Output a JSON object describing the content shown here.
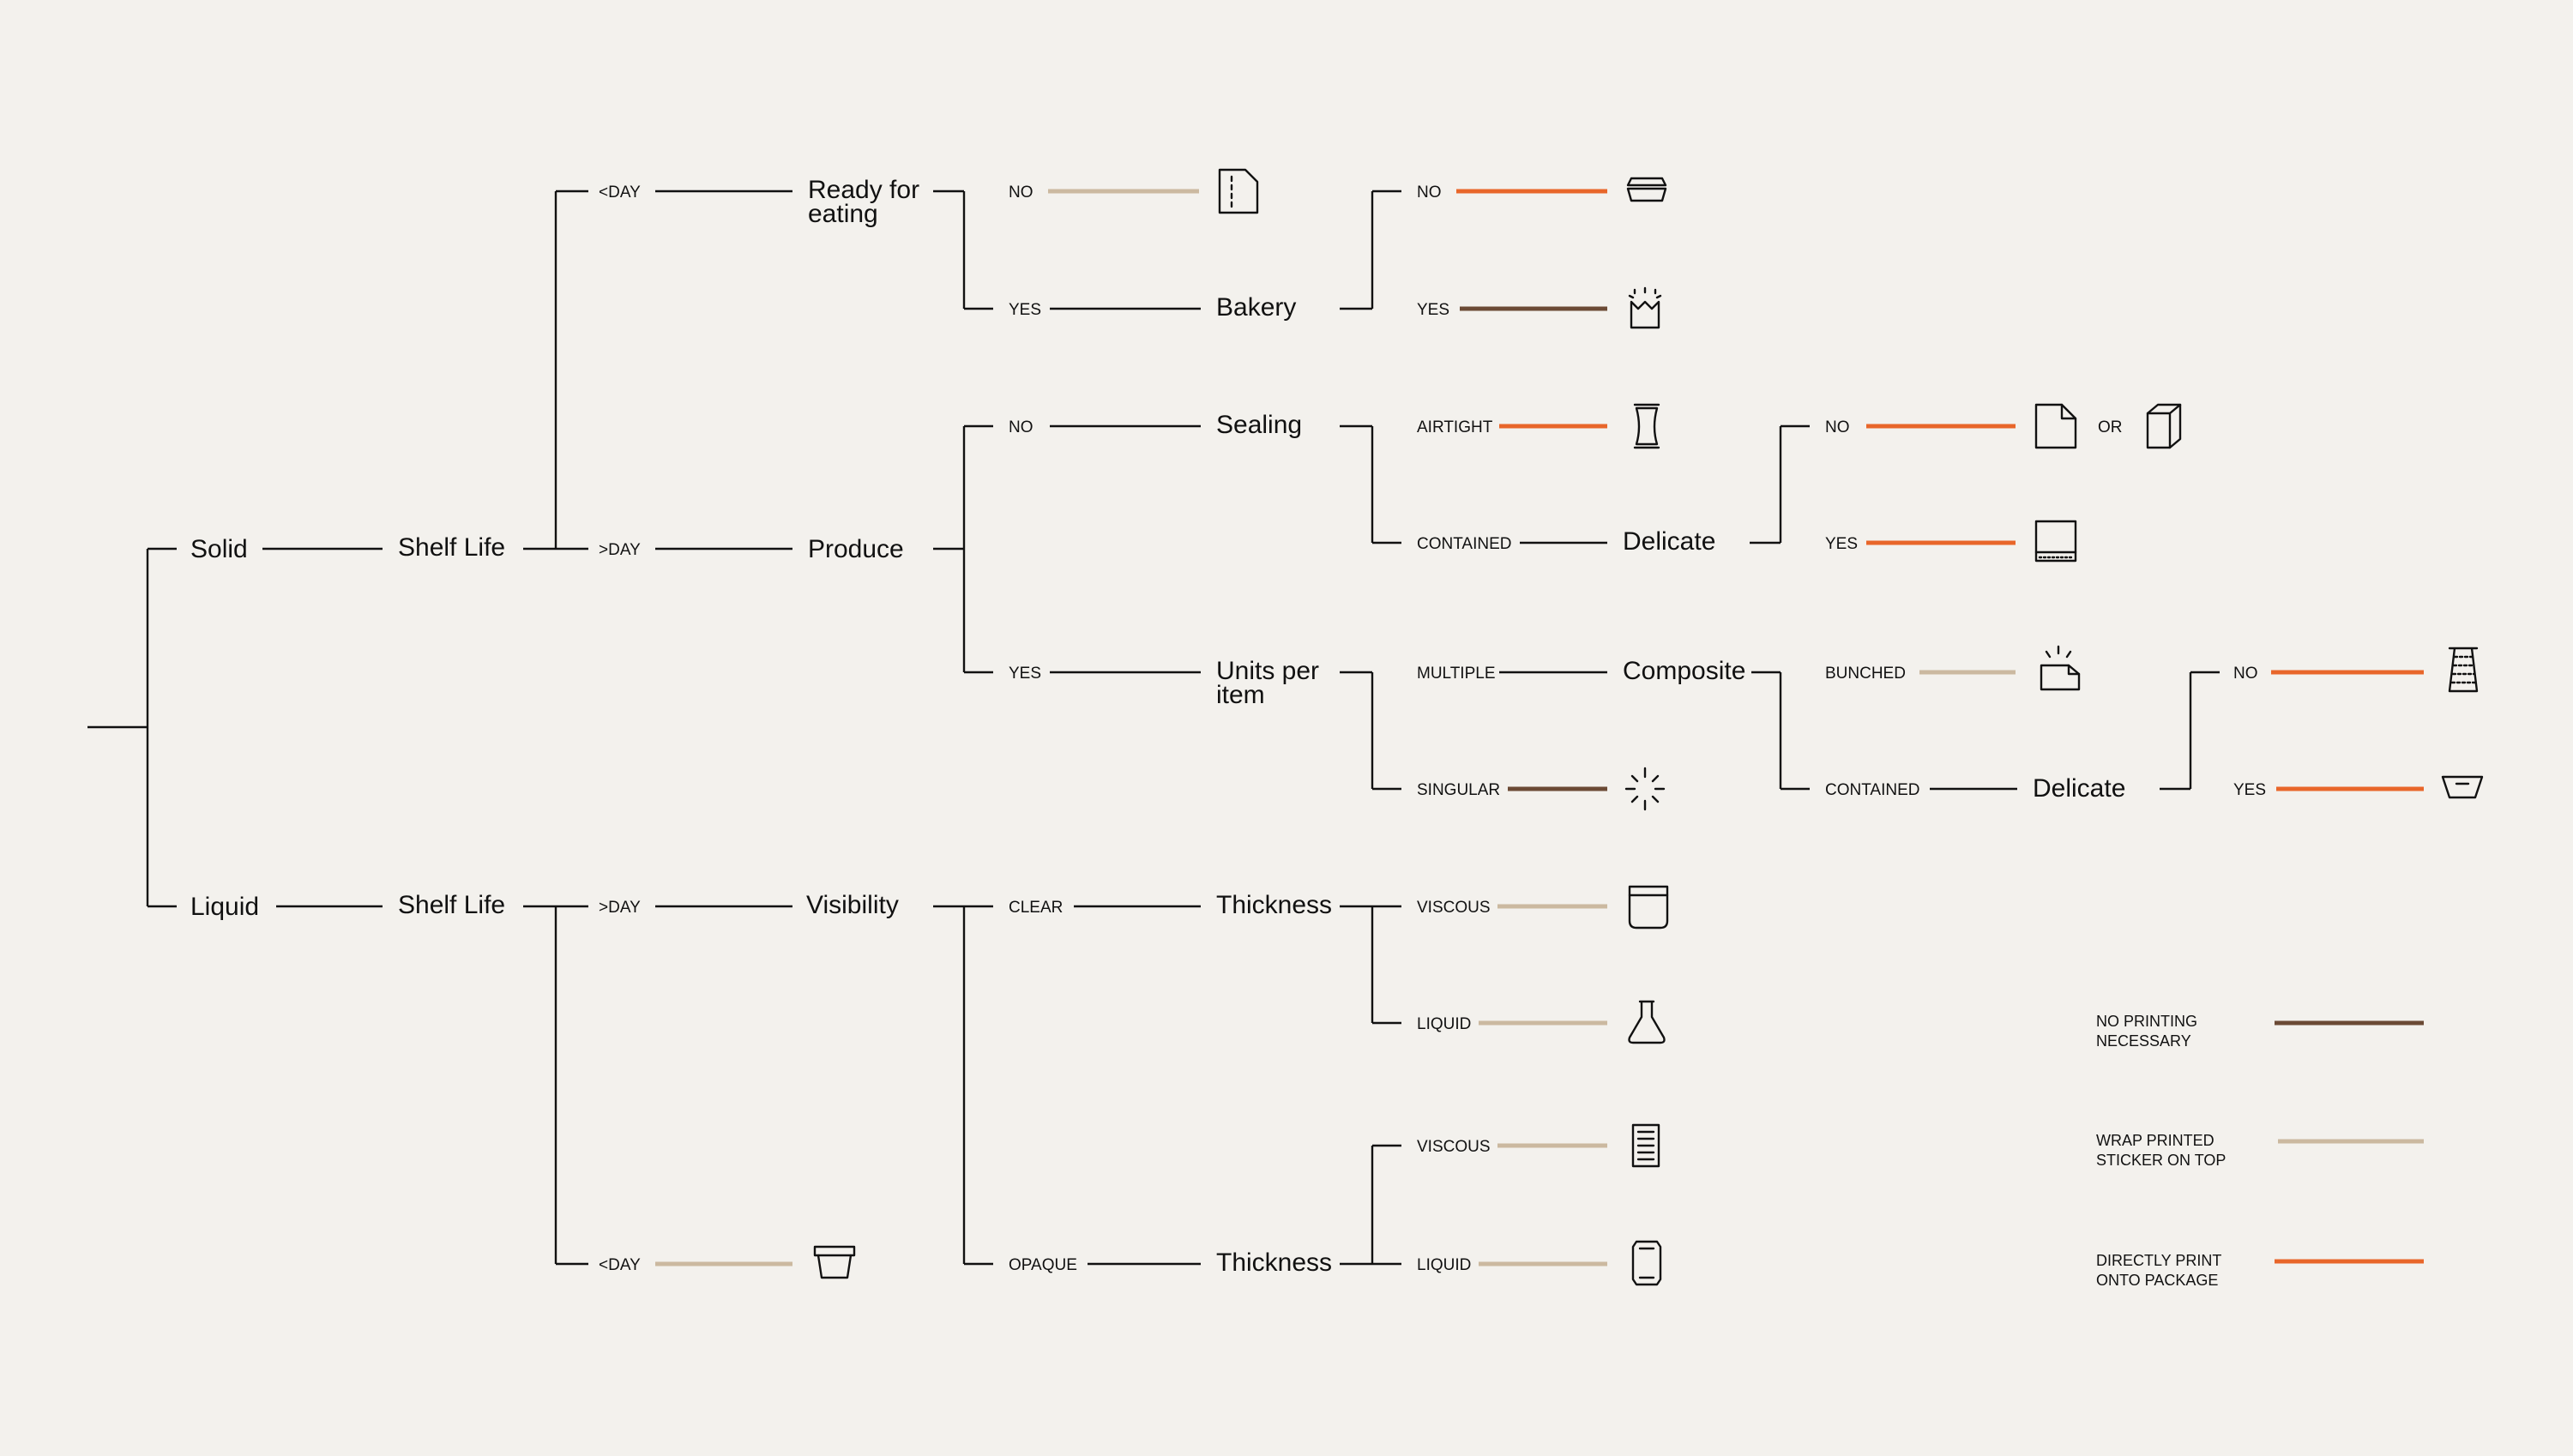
{
  "colors": {
    "background": "#f3f1ed",
    "ink": "#111111",
    "no_printing": "#6b4a35",
    "sticker": "#cbb9a0",
    "direct_print": "#e8662a"
  },
  "nodes": {
    "solid": "Solid",
    "liquid": "Liquid",
    "shelf_life_solid": "Shelf Life",
    "shelf_life_liquid": "Shelf Life",
    "ready_for_eating": [
      "Ready for",
      "eating"
    ],
    "produce": "Produce",
    "bakery": "Bakery",
    "sealing": "Sealing",
    "units_per_item": [
      "Units per",
      "item"
    ],
    "delicate_1": "Delicate",
    "composite": "Composite",
    "delicate_2": "Delicate",
    "visibility": "Visibility",
    "thickness_clear": "Thickness",
    "thickness_opaque": "Thickness"
  },
  "branch_labels": {
    "lt_day_solid": "<DAY",
    "gt_day_solid": ">DAY",
    "gt_day_liquid": ">DAY",
    "lt_day_liquid": "<DAY",
    "ready_no": "NO",
    "ready_yes": "YES",
    "bakery_no": "NO",
    "bakery_yes": "YES",
    "produce_no": "NO",
    "produce_yes": "YES",
    "airtight": "AIRTIGHT",
    "contained_1": "CONTAINED",
    "delicate1_no": "NO",
    "delicate1_yes": "YES",
    "or": "OR",
    "multiple": "MULTIPLE",
    "singular": "SINGULAR",
    "bunched": "BUNCHED",
    "contained_2": "CONTAINED",
    "delicate2_no": "NO",
    "delicate2_yes": "YES",
    "clear": "CLEAR",
    "opaque": "OPAQUE",
    "viscous_1": "VISCOUS",
    "liquid_1": "LIQUID",
    "viscous_2": "VISCOUS",
    "liquid_2": "LIQUID"
  },
  "legend": [
    {
      "lines": [
        "NO PRINTING",
        "NECESSARY"
      ],
      "color": "#6b4a35"
    },
    {
      "lines": [
        "WRAP PRINTED",
        "STICKER ON TOP"
      ],
      "color": "#cbb9a0"
    },
    {
      "lines": [
        "DIRECTLY PRINT",
        "ONTO PACKAGE"
      ],
      "color": "#e8662a"
    }
  ],
  "icons": [
    "paper-sheet-icon",
    "clamshell-container-icon",
    "paper-bag-icon",
    "tall-pouch-icon",
    "paper-wrap-icon",
    "box-icon",
    "tray-icon",
    "bundle-wrap-icon",
    "mesh-bag-icon",
    "single-item-icon",
    "basket-icon",
    "jar-icon",
    "flask-icon",
    "carton-icon",
    "can-icon",
    "cup-icon"
  ]
}
